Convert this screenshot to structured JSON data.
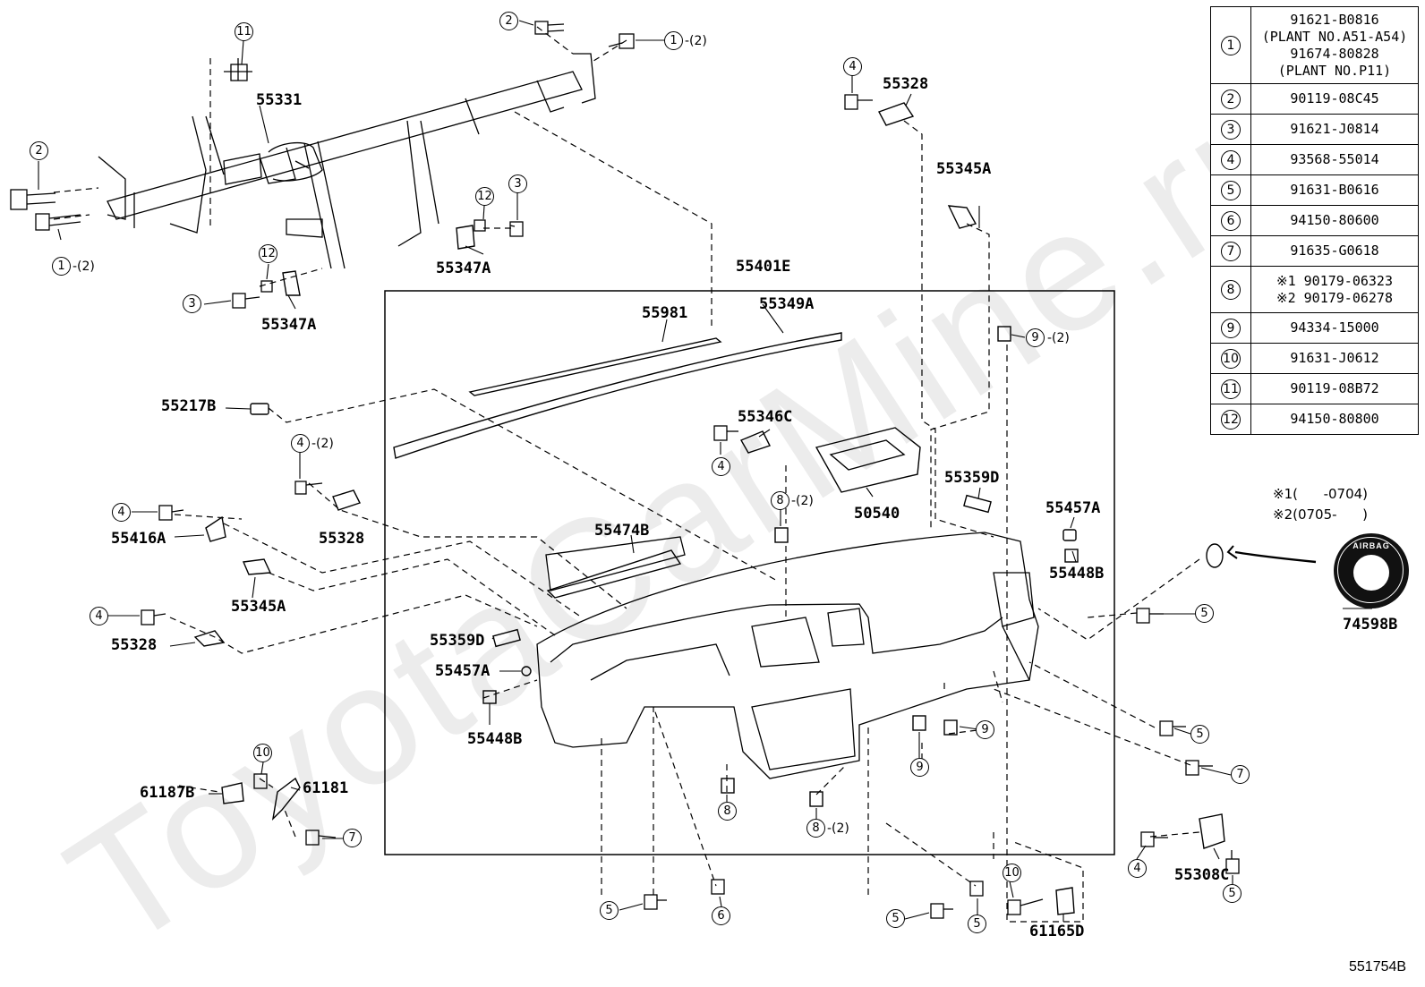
{
  "diagram": {
    "parts": {
      "p55331": "55331",
      "p55328_top": "55328",
      "p55345A_top": "55345A",
      "p55347A_1": "55347A",
      "p55347A_2": "55347A",
      "p55401E": "55401E",
      "p55981": "55981",
      "p55349A": "55349A",
      "p55217B": "55217B",
      "p55346C": "55346C",
      "p50540": "50540",
      "p55359D_r": "55359D",
      "p55457A_r": "55457A",
      "p55448B_r": "55448B",
      "p55474B": "55474B",
      "p55416A": "55416A",
      "p55328_mid": "55328",
      "p55345A_l": "55345A",
      "p55328_low": "55328",
      "p55359D_l": "55359D",
      "p55457A_l": "55457A",
      "p55448B_l": "55448B",
      "p61187B": "61187B",
      "p61181": "61181",
      "p74598B": "74598B",
      "p55308C": "55308C",
      "p61165D": "61165D"
    },
    "callout_qty": "-(2)",
    "reference": "551754B",
    "watermark": "ToyotaCarMine.ru"
  },
  "legend": [
    {
      "num": "1",
      "parts": [
        "91621-B0816",
        "(PLANT NO.A51-A54)",
        "91674-80828",
        "(PLANT NO.P11)"
      ]
    },
    {
      "num": "2",
      "parts": [
        "90119-08C45"
      ]
    },
    {
      "num": "3",
      "parts": [
        "91621-J0814"
      ]
    },
    {
      "num": "4",
      "parts": [
        "93568-55014"
      ]
    },
    {
      "num": "5",
      "parts": [
        "91631-B0616"
      ]
    },
    {
      "num": "6",
      "parts": [
        "94150-80600"
      ]
    },
    {
      "num": "7",
      "parts": [
        "91635-G0618"
      ]
    },
    {
      "num": "8",
      "parts": [
        "※1 90179-06323",
        "※2 90179-06278"
      ]
    },
    {
      "num": "9",
      "parts": [
        "94334-15000"
      ]
    },
    {
      "num": "10",
      "parts": [
        "91631-J0612"
      ]
    },
    {
      "num": "11",
      "parts": [
        "90119-08B72"
      ]
    },
    {
      "num": "12",
      "parts": [
        "94150-80800"
      ]
    }
  ],
  "notes": {
    "n1": "※1(      -0704)",
    "n2": "※2(0705-      )"
  },
  "airbag_text": "AIRBAG"
}
